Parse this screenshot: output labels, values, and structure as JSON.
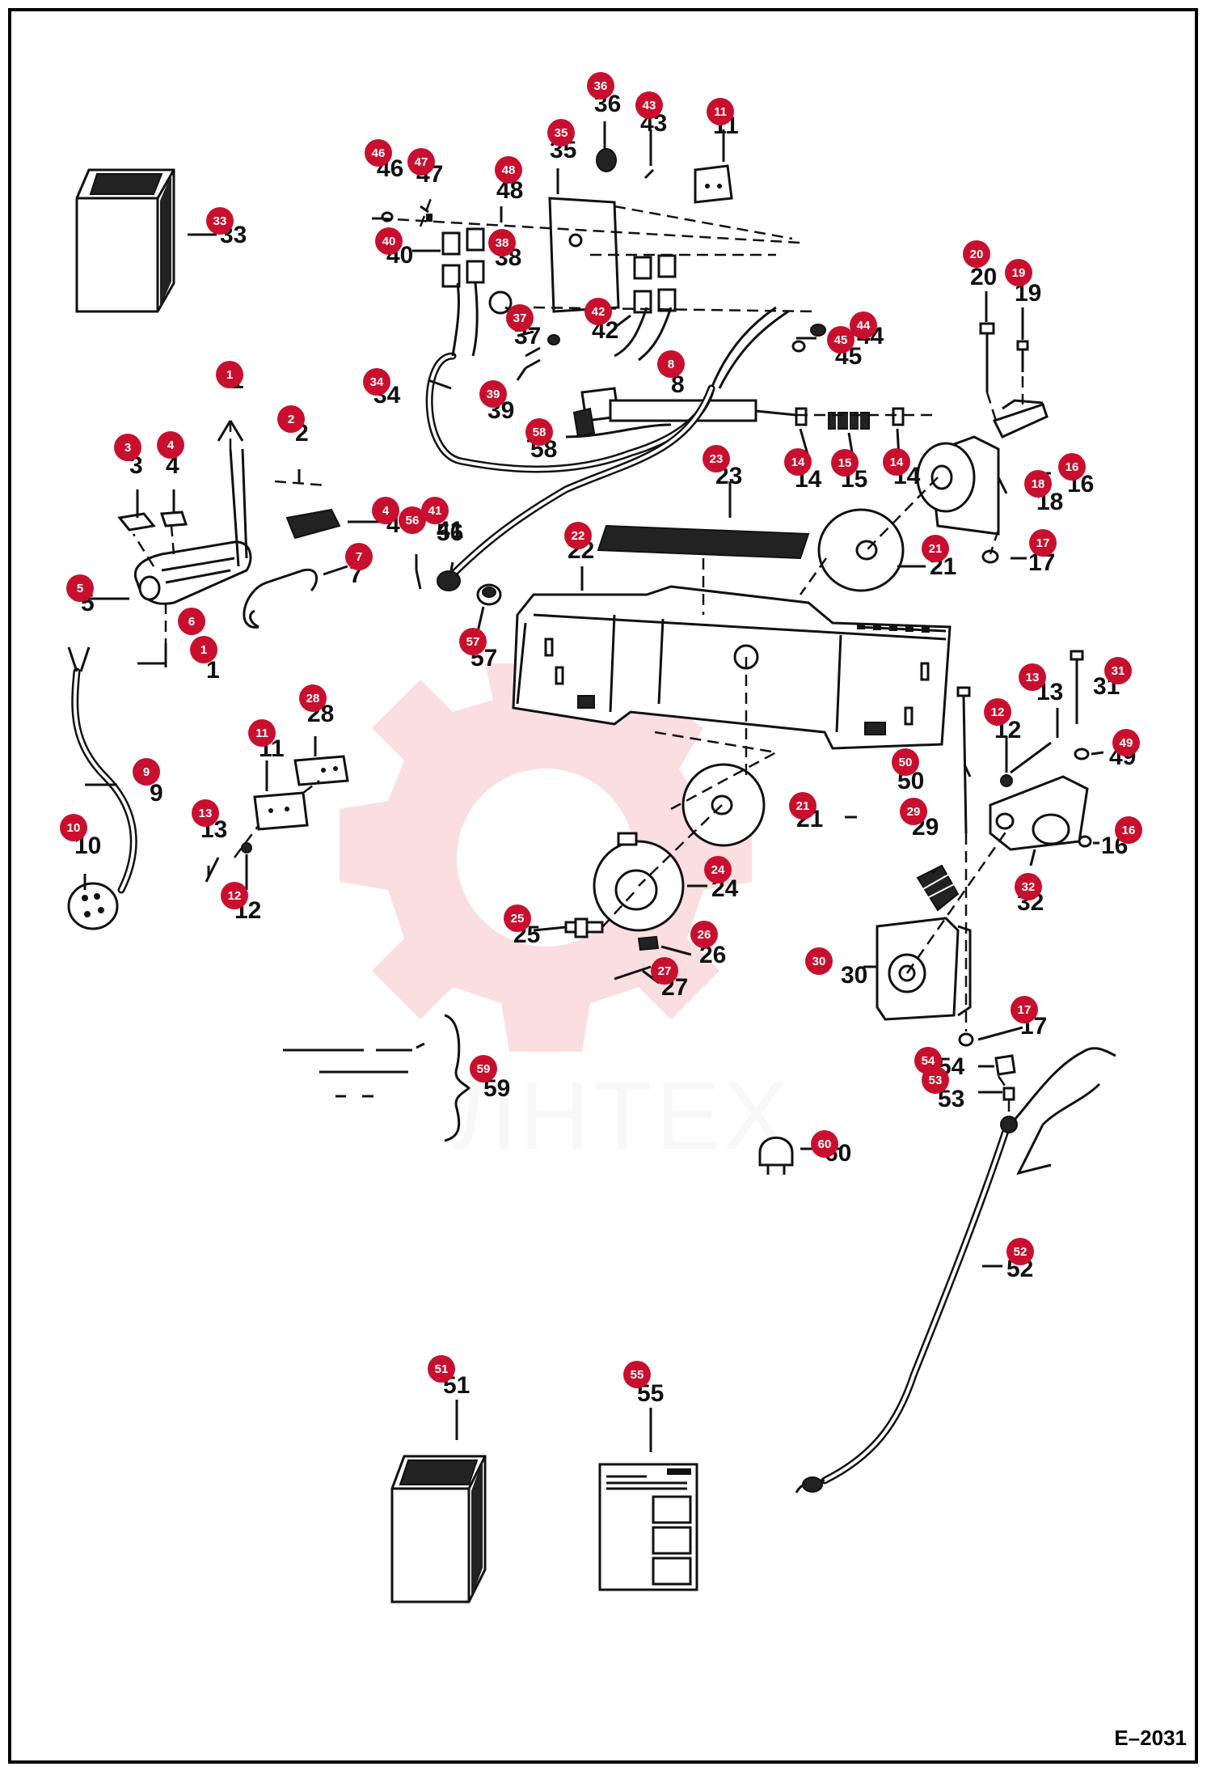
{
  "diagram_code": "E–2031",
  "watermark": {
    "text": "ЛНТЕХ",
    "color": "#e9363f"
  },
  "callout_color": "#c8102e",
  "parts": [
    {
      "num": "1"
    },
    {
      "num": "2"
    },
    {
      "num": "3"
    },
    {
      "num": "4"
    },
    {
      "num": "5"
    },
    {
      "num": "6"
    },
    {
      "num": "7"
    },
    {
      "num": "8"
    },
    {
      "num": "9"
    },
    {
      "num": "10"
    },
    {
      "num": "11"
    },
    {
      "num": "12"
    },
    {
      "num": "13"
    },
    {
      "num": "14"
    },
    {
      "num": "15"
    },
    {
      "num": "16"
    },
    {
      "num": "17"
    },
    {
      "num": "18"
    },
    {
      "num": "19"
    },
    {
      "num": "20"
    },
    {
      "num": "21"
    },
    {
      "num": "22"
    },
    {
      "num": "23"
    },
    {
      "num": "24"
    },
    {
      "num": "25"
    },
    {
      "num": "26"
    },
    {
      "num": "27"
    },
    {
      "num": "28"
    },
    {
      "num": "29"
    },
    {
      "num": "30"
    },
    {
      "num": "31"
    },
    {
      "num": "32"
    },
    {
      "num": "33"
    },
    {
      "num": "34"
    },
    {
      "num": "35"
    },
    {
      "num": "36"
    },
    {
      "num": "37"
    },
    {
      "num": "38"
    },
    {
      "num": "39"
    },
    {
      "num": "40"
    },
    {
      "num": "41"
    },
    {
      "num": "42"
    },
    {
      "num": "43"
    },
    {
      "num": "44"
    },
    {
      "num": "45"
    },
    {
      "num": "46"
    },
    {
      "num": "47"
    },
    {
      "num": "48"
    },
    {
      "num": "49"
    },
    {
      "num": "50"
    },
    {
      "num": "51"
    },
    {
      "num": "52"
    },
    {
      "num": "53"
    },
    {
      "num": "54"
    },
    {
      "num": "55"
    },
    {
      "num": "56"
    },
    {
      "num": "57"
    },
    {
      "num": "58"
    },
    {
      "num": "59"
    },
    {
      "num": "60"
    }
  ]
}
